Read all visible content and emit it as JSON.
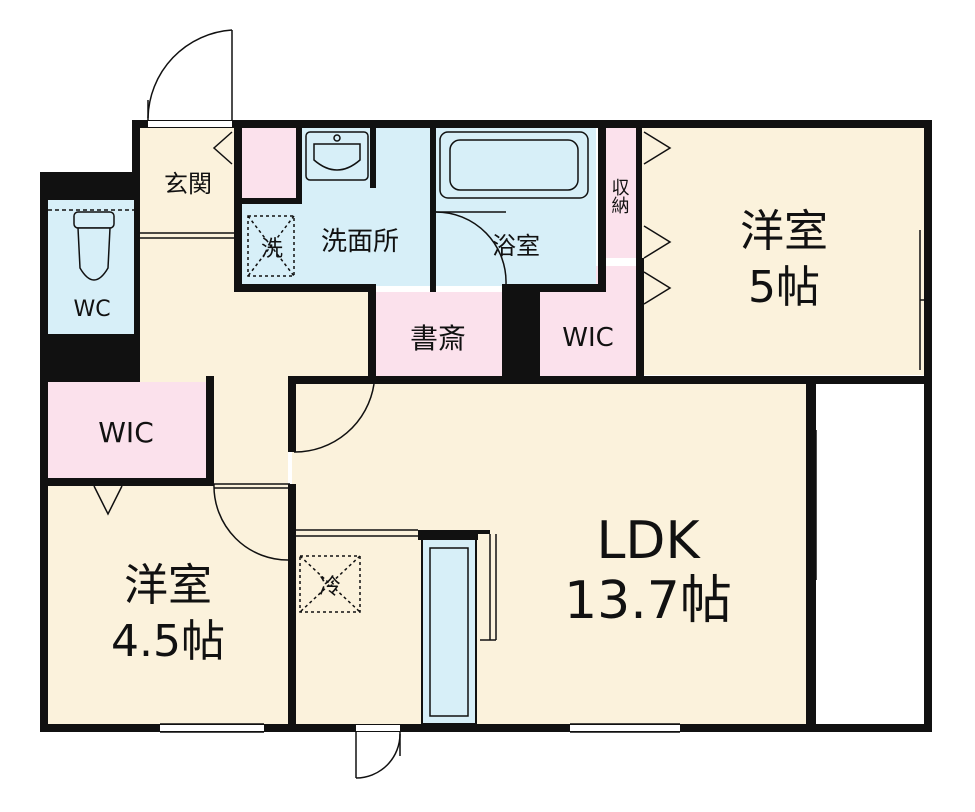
{
  "colors": {
    "wall": "#111111",
    "floor_wood": "#fbf2dc",
    "storage_pink": "#fbe1ec",
    "wet_blue": "#d7eff8",
    "white": "#ffffff"
  },
  "rooms": {
    "western_room_5": {
      "name": "洋室",
      "size": "5帖"
    },
    "western_room_45": {
      "name": "洋室",
      "size": "4.5帖"
    },
    "ldk": {
      "name": "LDK",
      "size": "13.7帖"
    },
    "bath": {
      "name": "浴室"
    },
    "washroom": {
      "name": "洗面所"
    },
    "entrance": {
      "name": "玄関"
    },
    "study": {
      "name": "書斎"
    },
    "wic_upper": {
      "name": "WIC"
    },
    "wic_left": {
      "name": "WIC"
    },
    "toilet": {
      "name": "WC"
    },
    "storage": {
      "name": "収納"
    },
    "washer_mark": {
      "name": "洗"
    },
    "fridge_mark": {
      "name": "冷"
    }
  }
}
